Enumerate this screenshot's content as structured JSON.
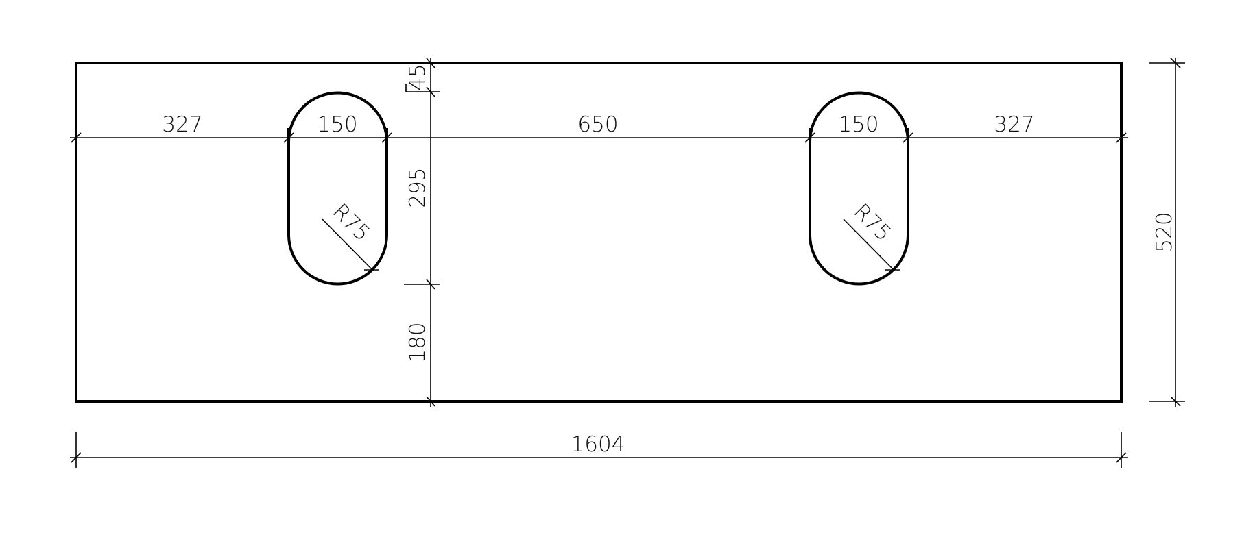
{
  "drawing": {
    "title": "Double-basin countertop cut-out drawing",
    "colors": {
      "line": "#000000",
      "background": "#ffffff"
    },
    "overall": {
      "width_label": "1604",
      "depth_label": "520"
    },
    "horizontal_dims": {
      "left_margin": "327",
      "left_slot_width": "150",
      "center_gap": "650",
      "right_slot_width": "150",
      "right_margin": "327"
    },
    "vertical_dims": {
      "top_offset": "45",
      "slot_length": "295",
      "bottom_offset": "180"
    },
    "radius_labels": {
      "left_slot": "R75",
      "right_slot": "R75"
    }
  }
}
